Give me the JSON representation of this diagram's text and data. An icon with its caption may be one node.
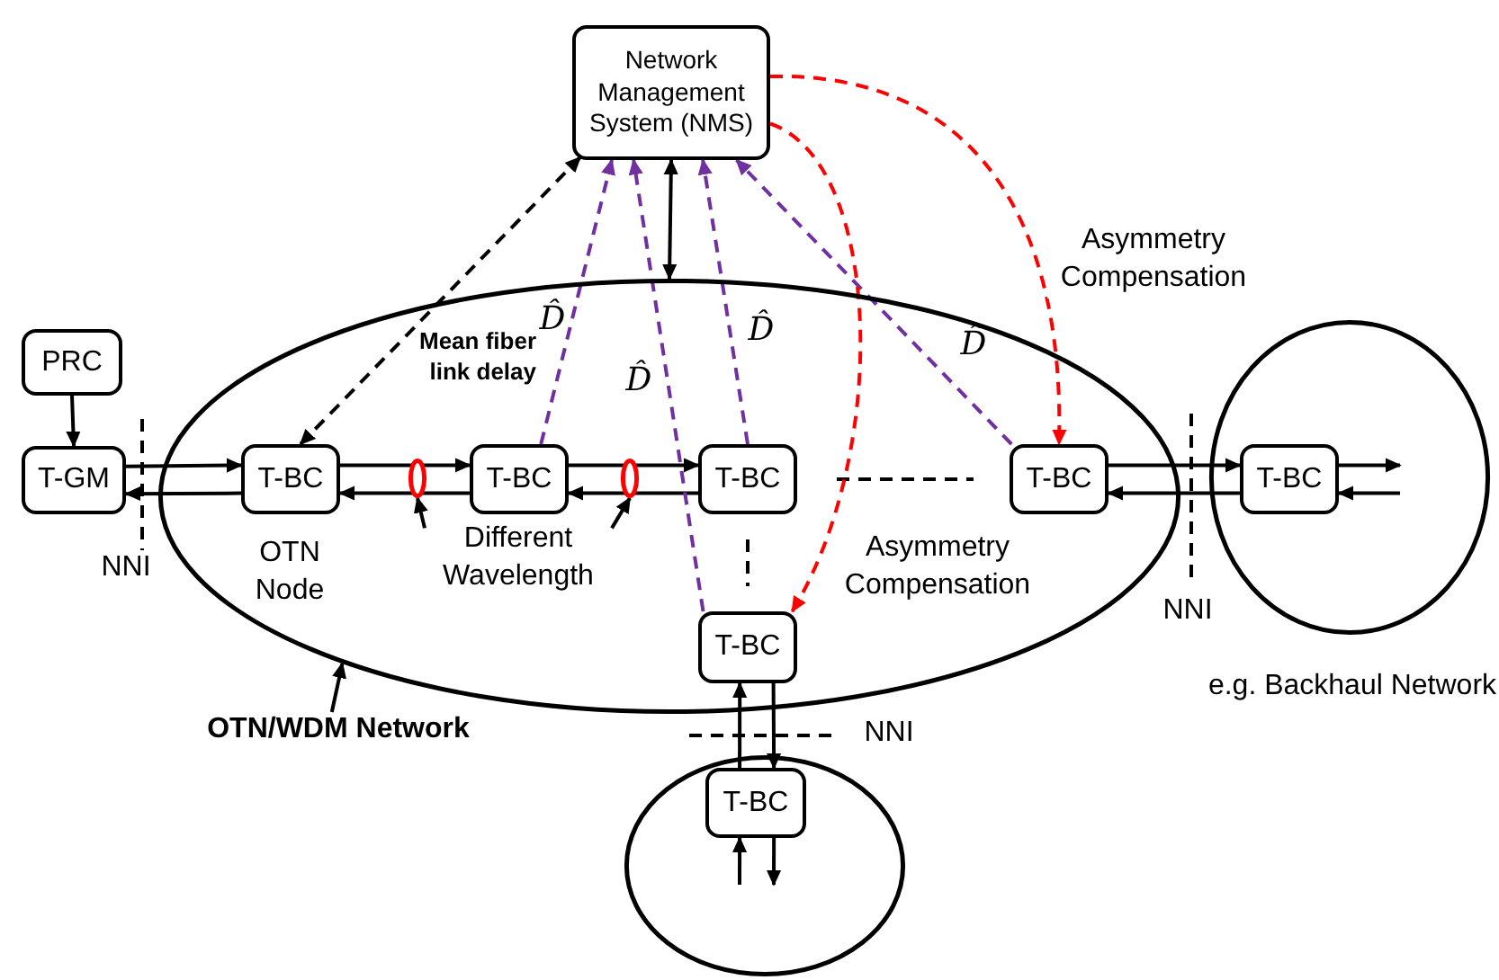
{
  "diagram": {
    "nodes": [
      {
        "text": [
          "Network Management System (NMS)"
        ]
      },
      {
        "text": [
          "PRC"
        ]
      },
      {
        "text": [
          "T-GM"
        ]
      },
      {
        "text": [],
        "shape": "ellipse"
      },
      {
        "text": [
          "T-BC"
        ],
        "in": 3,
        "beside": [
          "OTN Node"
        ]
      },
      {
        "text": [
          "T-BC"
        ],
        "in": 3
      },
      {
        "text": [
          "T-BC"
        ],
        "in": 3
      },
      {
        "text": [
          "T-BC"
        ],
        "in": 3
      },
      {
        "text": [
          "T-BC"
        ],
        "in": 3
      },
      {
        "text": [
          "e.g. Backhaul Network"
        ]
      },
      {
        "text": [
          "T-BC"
        ],
        "in": 9
      },
      {
        "text": [],
        "shape": "ellipse"
      },
      {
        "text": [
          "T-BC"
        ],
        "in": 11
      },
      {
        "text": [],
        "shape": "ellipse",
        "in": 3
      },
      {
        "text": [],
        "shape": "ellipse",
        "in": 3
      },
      {
        "text": [
          "Different Wavelength"
        ],
        "in": 3
      },
      {
        "text": [
          "OTN/WDM Network"
        ]
      }
    ],
    "edges": [
      {
        "from": 1,
        "to": 2,
        "arrow": "to"
      },
      {
        "from": 2,
        "to": 4,
        "arrow": "to"
      },
      {
        "from": 4,
        "to": 2,
        "arrow": "to"
      },
      {
        "from": 4,
        "to": 5,
        "arrow": "to"
      },
      {
        "from": 5,
        "to": 4,
        "arrow": "to"
      },
      {
        "from": 5,
        "to": 6,
        "arrow": "to"
      },
      {
        "from": 6,
        "to": 5,
        "arrow": "to"
      },
      {
        "from": 6,
        "to": 7,
        "arrow": "none",
        "style": "dashed"
      },
      {
        "from": 6,
        "to": 8,
        "arrow": "none",
        "style": "dashed"
      },
      {
        "from": 7,
        "to": 10,
        "arrow": "to"
      },
      {
        "from": 10,
        "to": 7,
        "arrow": "to"
      },
      {
        "from": 10,
        "to": null,
        "arrow": "to"
      },
      {
        "from": null,
        "to": 10,
        "arrow": "to"
      },
      {
        "from": 8,
        "to": 12,
        "arrow": "to"
      },
      {
        "from": 12,
        "to": 8,
        "arrow": "to"
      },
      {
        "from": null,
        "to": 12,
        "arrow": "to"
      },
      {
        "from": 12,
        "to": null,
        "arrow": "to"
      },
      {
        "from": 0,
        "to": 3,
        "arrow": "both"
      },
      {
        "from": 0,
        "to": 4,
        "arrow": "both",
        "style": "dashed"
      },
      {
        "from": 5,
        "to": 0,
        "arrow": "to",
        "style": "dashed",
        "color": "#7030a0",
        "label": "D̂"
      },
      {
        "from": 8,
        "to": 0,
        "arrow": "to",
        "style": "dashed",
        "color": "#7030a0",
        "label": "D̂"
      },
      {
        "from": 6,
        "to": 0,
        "arrow": "to",
        "style": "dashed",
        "color": "#7030a0",
        "label": "D̂"
      },
      {
        "from": 7,
        "to": 0,
        "arrow": "to",
        "style": "dashed",
        "color": "#7030a0",
        "label": "D̂"
      },
      {
        "from": 0,
        "to": 7,
        "arrow": "to",
        "style": "dashed",
        "color": "#ff0000",
        "label": "Asymmetry Compensation"
      },
      {
        "from": 0,
        "to": 8,
        "arrow": "to",
        "style": "dashed",
        "color": "#ff0000",
        "label": "Asymmetry Compensation"
      },
      {
        "from": 15,
        "to": 13,
        "arrow": "to"
      },
      {
        "from": 15,
        "to": 14,
        "arrow": "to"
      },
      {
        "from": 16,
        "to": 3,
        "arrow": "to"
      }
    ],
    "labels": [
      "Mean fiber link delay",
      "NNI",
      "NNI",
      "NNI"
    ]
  }
}
